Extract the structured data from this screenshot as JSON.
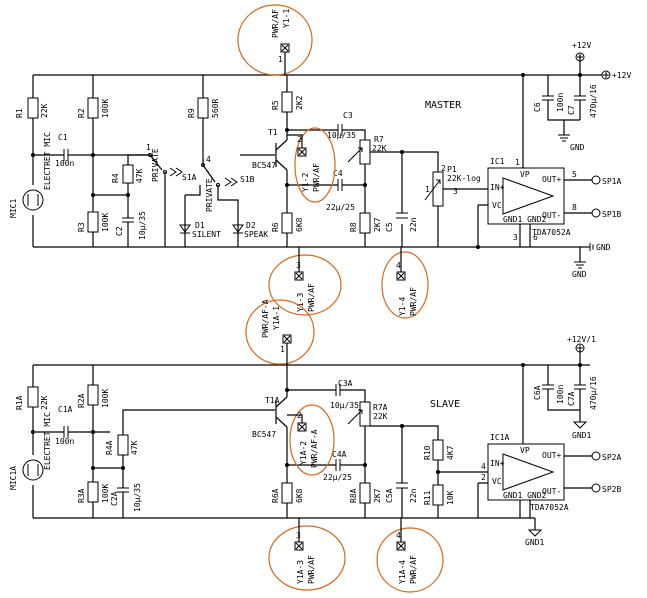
{
  "master": {
    "title": "MASTER",
    "mic": "MIC1",
    "mic_desc": "ELECTRET MIC",
    "r1": {
      "name": "R1",
      "value": "22K"
    },
    "r2": {
      "name": "R2",
      "value": "100K"
    },
    "r3": {
      "name": "R3",
      "value": "100K"
    },
    "r4": {
      "name": "R4",
      "value": "47K"
    },
    "r5": {
      "name": "R5",
      "value": "2K2"
    },
    "r6": {
      "name": "R6",
      "value": "6K8"
    },
    "r7": {
      "name": "R7",
      "value": "22K"
    },
    "r8": {
      "name": "R8",
      "value": "2K7"
    },
    "r9": {
      "name": "R9",
      "value": "560R"
    },
    "c1": {
      "name": "C1",
      "value": "100n"
    },
    "c2": {
      "name": "C2",
      "value": "10µ/35"
    },
    "c3": {
      "name": "C3",
      "value": "10µ/35"
    },
    "c4": {
      "name": "C4",
      "value": "22µ/25"
    },
    "c5": {
      "name": "C5",
      "value": "22n"
    },
    "c6": {
      "name": "C6",
      "value": "100n"
    },
    "c7": {
      "name": "C7",
      "value": "470µ/16"
    },
    "p1": {
      "name": "P1",
      "value": "22K-log"
    },
    "t1": {
      "name": "T1",
      "value": "BC547"
    },
    "s1a": {
      "name": "S1A",
      "desc": "PRIVATE"
    },
    "s1b": {
      "name": "S1B",
      "desc": "PRIVATE"
    },
    "d1": {
      "name": "D1",
      "desc": "SILENT"
    },
    "d2": {
      "name": "D2",
      "desc": "SPEAK"
    },
    "ic": {
      "name": "IC1",
      "part": "TDA7052A",
      "pin_vp": "VP",
      "pin_inp": "IN+",
      "pin_vc": "VC",
      "pin_gnd": "GND1 GND2",
      "pin_outp": "OUT+",
      "pin_outm": "OUT-"
    },
    "y1_1": {
      "name": "Y1-1",
      "desc": "PWR/AF"
    },
    "y1_2": {
      "name": "Y1-2",
      "desc": "PWR/AF"
    },
    "y1_3": {
      "name": "Y1-3",
      "desc": "PWR/AF"
    },
    "y1_4": {
      "name": "Y1-4",
      "desc": "PWR/AF"
    },
    "sp_a": "SP1A",
    "sp_b": "SP1B",
    "supply": "+12V",
    "gnd": "GND"
  },
  "slave": {
    "title": "SLAVE",
    "mic": "MIC1A",
    "mic_desc": "ELECTRET MIC",
    "r1": {
      "name": "R1A",
      "value": "22K"
    },
    "r2": {
      "name": "R2A",
      "value": "100K"
    },
    "r3": {
      "name": "R3A",
      "value": "100K"
    },
    "r4": {
      "name": "R4A",
      "value": "47K"
    },
    "r6": {
      "name": "R6A",
      "value": "6K8"
    },
    "r7": {
      "name": "R7A",
      "value": "22K"
    },
    "r8": {
      "name": "R8A",
      "value": "2K7"
    },
    "r10": {
      "name": "R10",
      "value": "4K7"
    },
    "r11": {
      "name": "R11",
      "value": "10K"
    },
    "c1": {
      "name": "C1A",
      "value": "100n"
    },
    "c2": {
      "name": "C2A",
      "value": "10µ/35"
    },
    "c3": {
      "name": "C3A",
      "value": "10µ/35"
    },
    "c4": {
      "name": "C4A",
      "value": "22µ/25"
    },
    "c5": {
      "name": "C5A",
      "value": "22n"
    },
    "c6": {
      "name": "C6A",
      "value": "100n"
    },
    "c7": {
      "name": "C7A",
      "value": "470µ/16"
    },
    "t1": {
      "name": "T1A",
      "value": "BC547"
    },
    "ic": {
      "name": "IC1A",
      "part": "TDA7052A",
      "pin_vp": "VP",
      "pin_inp": "IN+",
      "pin_vc": "VC",
      "pin_gnd": "GND1 GND2",
      "pin_outp": "OUT+",
      "pin_outm": "OUT-"
    },
    "y1a_1": {
      "name": "Y1A-1",
      "desc": "PWR/AF-A"
    },
    "y1a_2": {
      "name": "Y1A-2",
      "desc": "PWR/AF-A"
    },
    "y1a_3": {
      "name": "Y1A-3",
      "desc": "PWR/AF"
    },
    "y1a_4": {
      "name": "Y1A-4",
      "desc": "PWR/AF"
    },
    "sp_a": "SP2A",
    "sp_b": "SP2B",
    "supply": "+12V/1",
    "gnd": "GND1"
  },
  "pins": {
    "p1": "1",
    "p2": "2",
    "p3": "3",
    "p4": "4",
    "p5": "5",
    "p6": "6",
    "p8": "8"
  },
  "colors": {
    "line": "#000000",
    "highlight": "#d2691e"
  }
}
